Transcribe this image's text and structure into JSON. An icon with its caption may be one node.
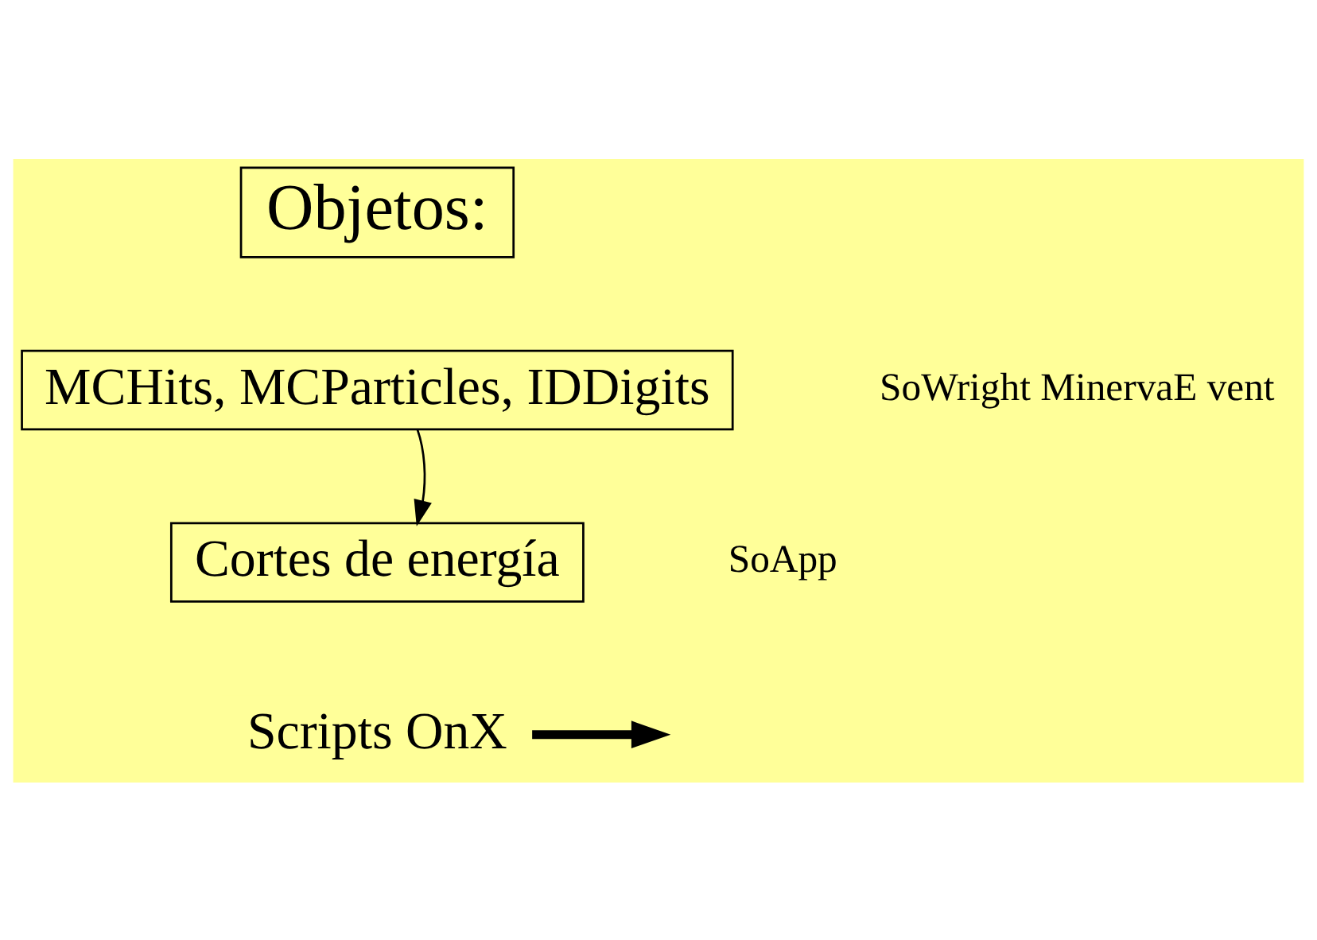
{
  "diagram": {
    "nodes": [
      {
        "text": [
          "Objetos:"
        ]
      },
      {
        "text": [
          "MCHits, MCParticles, IDDigits"
        ],
        "beside": [
          "SoWright MinervaE vent"
        ]
      },
      {
        "text": [
          "Cortes de energía"
        ],
        "beside": [
          "SoApp"
        ]
      },
      {
        "text": [
          "Scripts OnX"
        ]
      }
    ],
    "edges": [
      {
        "from": 1,
        "to": 2,
        "arrow": "to"
      },
      {
        "from": 3,
        "to": null,
        "arrow": "to",
        "style": "thick"
      }
    ]
  }
}
